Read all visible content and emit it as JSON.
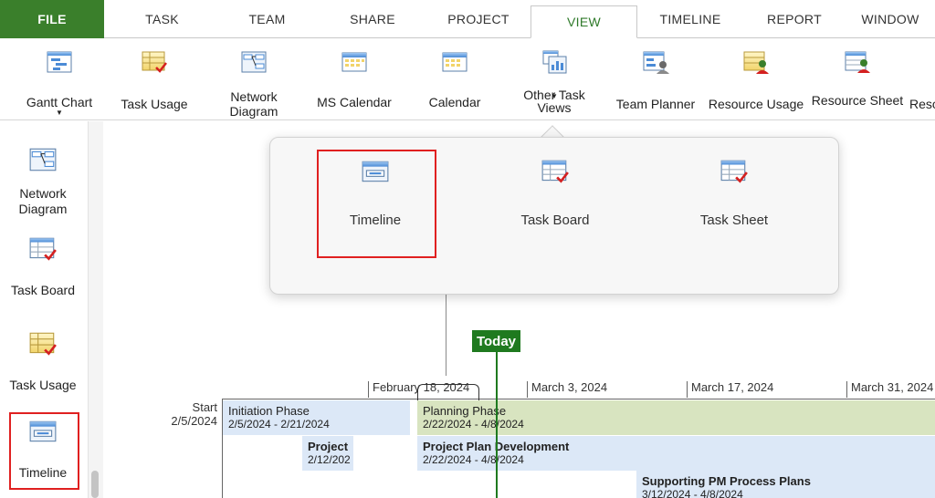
{
  "tabs": {
    "file": "FILE",
    "task": "TASK",
    "team": "TEAM",
    "share": "SHARE",
    "project": "PROJECT",
    "view": "VIEW",
    "timeline": "TIMELINE",
    "report": "REPORT",
    "window": "WINDOW"
  },
  "ribbon": {
    "gantt_chart": "Gantt Chart",
    "task_usage": "Task Usage",
    "network_diagram_1": "Network",
    "network_diagram_2": "Diagram",
    "ms_calendar": "MS Calendar",
    "calendar": "Calendar",
    "other_task_views_1": "Other Task",
    "other_task_views_2": "Views",
    "team_planner": "Team Planner",
    "resource_usage": "Resource Usage",
    "resource_sheet": "Resource Sheet",
    "resource_cut": "Reso"
  },
  "left_panel": {
    "network_diagram_1": "Network",
    "network_diagram_2": "Diagram",
    "task_board": "Task Board",
    "task_usage": "Task Usage",
    "timeline": "Timeline"
  },
  "popup": {
    "timeline": "Timeline",
    "task_board": "Task Board",
    "task_sheet": "Task Sheet"
  },
  "timeline_view": {
    "today": "Today",
    "ticks": [
      "February 18, 2024",
      "March 3, 2024",
      "March 17, 2024",
      "March 31, 2024"
    ],
    "start_label": "Start",
    "start_date": "2/5/2024",
    "bars": [
      {
        "name": "Initiation Phase",
        "dates": "2/5/2024 - 2/21/2024"
      },
      {
        "name": "Planning Phase",
        "dates": "2/22/2024 - 4/8/2024"
      },
      {
        "name": "Project",
        "dates": "2/12/202"
      },
      {
        "name": "Project Plan Development",
        "dates": "2/22/2024 - 4/8/2024"
      },
      {
        "name": "Supporting PM Process Plans",
        "dates": "3/12/2024 - 4/8/2024"
      }
    ]
  },
  "colors": {
    "file_tab": "#3a7f2b",
    "accent_green": "#1f7a1f",
    "highlight_red": "#e02020",
    "bar_blue": "#dce8f7",
    "bar_green": "#d8e4c0"
  },
  "icons": [
    "gantt-chart-icon",
    "task-usage-icon",
    "network-diagram-icon",
    "calendar-icon",
    "other-task-views-icon",
    "team-planner-icon",
    "resource-usage-icon",
    "resource-sheet-icon",
    "timeline-icon",
    "task-board-icon",
    "task-sheet-icon"
  ]
}
